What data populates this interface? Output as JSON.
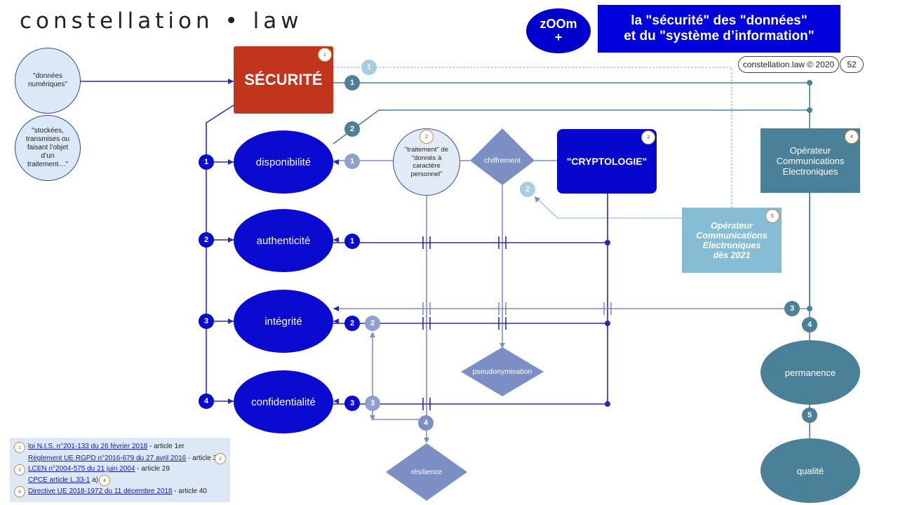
{
  "header": {
    "brand": "constellation • law",
    "zoom_line1": "zOOm",
    "zoom_line2": "+",
    "banner_title": "la \"sécurité\" des \"données\"\net du \"système d’information\"",
    "copyright": "constellation.law © 2020",
    "page_number": "52"
  },
  "left_notes": {
    "donnees": "\"données\nnumériques\"",
    "stockees": "\"stockées,\ntransmises ou\nfaisant l’objet d’un\ntraitement…\""
  },
  "nodes": {
    "securite": "SÉCURITÉ",
    "disponibilite": "disponibilité",
    "authenticite": "authenticité",
    "integrite": "intégrité",
    "confidentialite": "confidentialité",
    "traitement": "\"traitement\" de\n\"donnés à caractère\npersonnel\"",
    "chiffrement": "chiffrement",
    "cryptologie": "\"CRYPTOLOGIE\"",
    "pseudonymisation": "pseudonymisation",
    "resilience": "résilience",
    "operateur": "Opérateur\nCommunications\nElectroniques",
    "operateur_2021": "Opérateur\nCommunications\nElectroniques\ndès 2021",
    "permanence": "permanence",
    "qualite": "qualité"
  },
  "numbers": {
    "left_1": "1",
    "left_2": "2",
    "left_3": "3",
    "left_4": "4",
    "sec_light_1": "1",
    "sec_teal_1": "1",
    "dispo_teal_2": "2",
    "dispo_light_1": "1",
    "chiffr_light_2": "2",
    "auth_blue_1": "1",
    "integ_blue_2": "2",
    "integ_light_2": "2",
    "conf_blue_3": "3",
    "conf_light_3": "3",
    "resil_4": "4",
    "right_3": "3",
    "right_4": "4",
    "right_5": "5"
  },
  "corner_refs": {
    "securite": "1",
    "traitement": "2",
    "cryptologie": "3",
    "operateur": "4",
    "operateur_2021": "5"
  },
  "references": [
    {
      "num": "1",
      "link": "loi N.I.S. n°201-133 du 26 février 2018",
      "rest": " - article 1er"
    },
    {
      "num": "",
      "link": "Règlement UE RGPD n°2016-679 du 27 avril 2016",
      "rest": " - article 32",
      "tail_num": "2"
    },
    {
      "num": "3",
      "link": "LCEN n°2004-575 du 21 juin 2004",
      "rest": " - article 29"
    },
    {
      "num": "",
      "link": "CPCE article L.33-1",
      "rest": " a)",
      "tail_num": "4"
    },
    {
      "num": "5",
      "link": "Directive UE 2018-1972 du 11 décembre 2018",
      "rest": " - article 40"
    }
  ],
  "colors": {
    "blue": "#0a0ad0",
    "dark_blue_line": "#2a2aa8",
    "red": "#c0351b",
    "teal": "#4a8098",
    "light_blue": "#86bcd4",
    "periwinkle": "#7b8fc4"
  }
}
